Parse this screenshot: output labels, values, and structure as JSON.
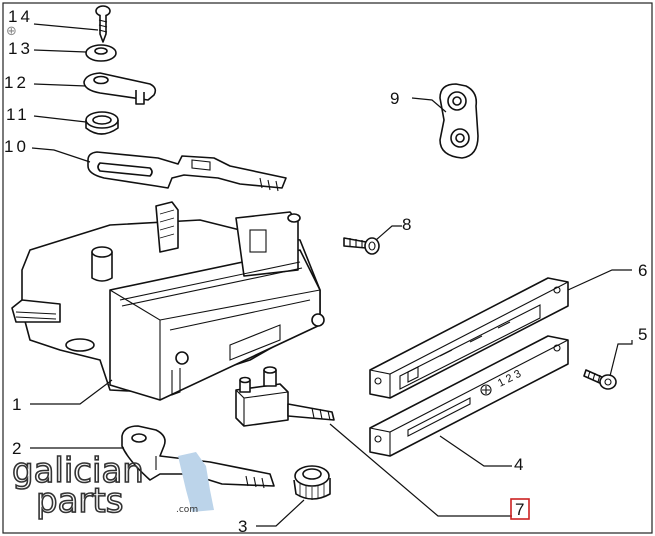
{
  "callouts": [
    {
      "id": "1",
      "label": "1"
    },
    {
      "id": "2",
      "label": "2"
    },
    {
      "id": "3",
      "label": "3"
    },
    {
      "id": "4",
      "label": "4"
    },
    {
      "id": "5",
      "label": "5"
    },
    {
      "id": "6",
      "label": "6"
    },
    {
      "id": "7",
      "label": "7",
      "highlight": true
    },
    {
      "id": "8",
      "label": "8"
    },
    {
      "id": "9",
      "label": "9"
    },
    {
      "id": "10",
      "label": "10"
    },
    {
      "id": "11",
      "label": "11"
    },
    {
      "id": "12",
      "label": "12"
    },
    {
      "id": "13",
      "label": "13"
    },
    {
      "id": "14",
      "label": "14"
    }
  ],
  "panel_scale_text": "1 2 3",
  "watermark": {
    "line1": "galician",
    "line2": "parts",
    "suffix": ".com"
  },
  "colors": {
    "highlight": "#cc2222",
    "line": "#111111",
    "watermark_blue": "#bcd4ea"
  },
  "icons": {
    "zoom": "zoom-in-icon"
  }
}
